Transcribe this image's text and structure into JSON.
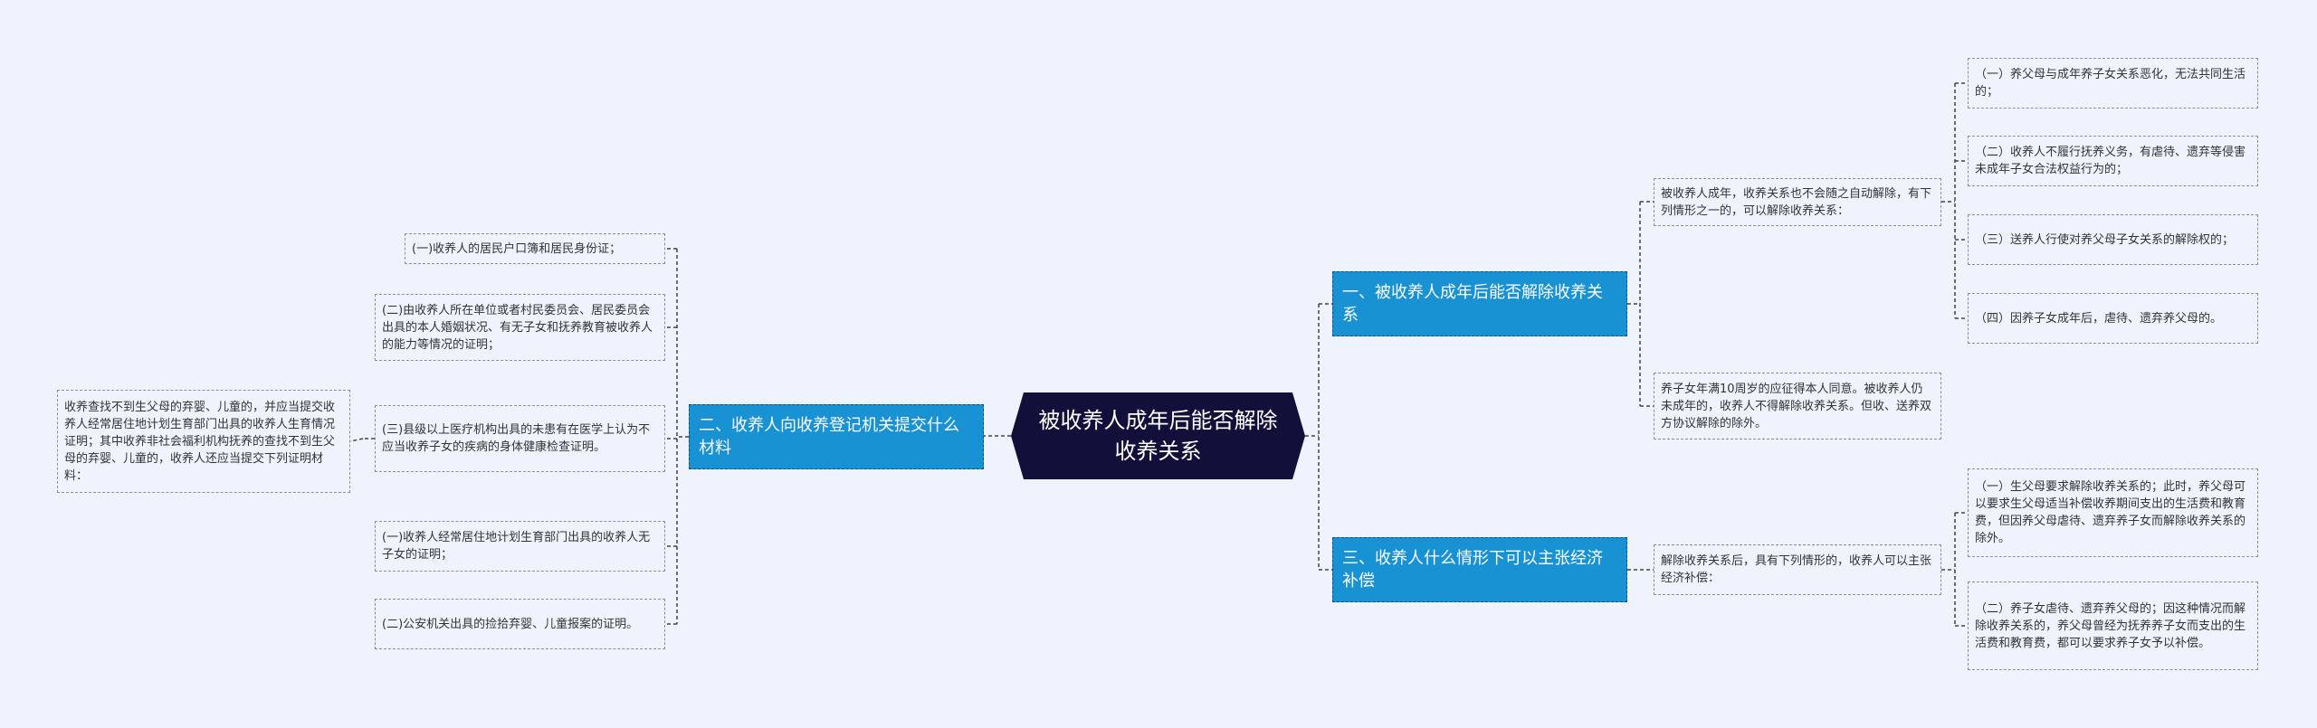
{
  "root": {
    "title": "被收养人成年后能否解除收养关系"
  },
  "branches": {
    "b1": "一、被收养人成年后能否解除收养关系",
    "b2": "二、收养人向收养登记机关提交什么材料",
    "b3": "三、收养人什么情形下可以主张经济补偿"
  },
  "right_top": {
    "mid1": "被收养人成年，收养关系也不会随之自动解除，有下列情形之一的，可以解除收养关系：",
    "mid2": "养子女年满10周岁的应征得本人同意。被收养人仍未成年的，收养人不得解除收养关系。但收、送养双方协议解除的除外。",
    "items": [
      "（一）养父母与成年养子女关系恶化，无法共同生活的；",
      "（二）收养人不履行抚养义务，有虐待、遗弃等侵害未成年子女合法权益行为的；",
      "（三）送养人行使对养父母子女关系的解除权的；",
      "（四）因养子女成年后，虐待、遗弃养父母的。"
    ]
  },
  "right_bottom": {
    "mid": "解除收养关系后，具有下列情形的，收养人可以主张经济补偿：",
    "items": [
      "（一）生父母要求解除收养关系的；此时，养父母可以要求生父母适当补偿收养期间支出的生活费和教育费，但因养父母虐待、遗弃养子女而解除收养关系的除外。",
      "（二）养子女虐待、遗弃养父母的；因这种情况而解除收养关系的，养父母曾经为抚养养子女而支出的生活费和教育费，都可以要求养子女予以补偿。"
    ]
  },
  "left": {
    "items": [
      "(一)收养人的居民户口簿和居民身份证；",
      "(二)由收养人所在单位或者村民委员会、居民委员会出具的本人婚姻状况、有无子女和抚养教育被收养人的能力等情况的证明；",
      "(三)县级以上医疗机构出具的未患有在医学上认为不应当收养子女的疾病的身体健康检查证明。",
      "(一)收养人经常居住地计划生育部门出具的收养人无子女的证明；",
      "(二)公安机关出具的捡拾弃婴、儿童报案的证明。"
    ],
    "far": "收养查找不到生父母的弃婴、儿童的，并应当提交收养人经常居住地计划生育部门出具的收养人生育情况证明；其中收养非社会福利机构抚养的查找不到生父母的弃婴、儿童的，收养人还应当提交下列证明材料："
  },
  "colors": {
    "background": "#eef3fd",
    "root": "#12103a",
    "branch": "#1992d4",
    "connector": "#3d4450",
    "leaf_border": "#8a8f99"
  }
}
